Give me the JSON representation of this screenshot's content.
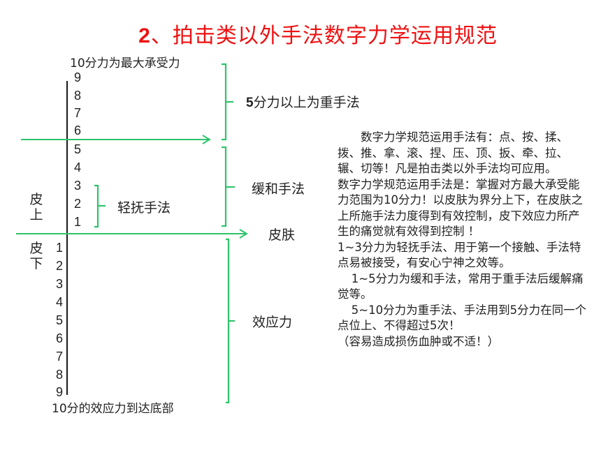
{
  "title": {
    "number": "2",
    "text": "、拍击类以外手法数字力学运用规范",
    "color": "#ee1111"
  },
  "scale": {
    "top_label": "10分力为最大承受力",
    "upper_ticks": [
      "9",
      "8",
      "7",
      "6",
      "5",
      "4",
      "3",
      "2",
      "1"
    ],
    "lower_ticks": [
      "1",
      "2",
      "3",
      "4",
      "5",
      "6",
      "7",
      "8",
      "9"
    ],
    "bottom_label": "10分的效应力到达底部",
    "above_skin_label": "皮上",
    "below_skin_label": "皮下",
    "skin_label": "皮肤"
  },
  "brackets": {
    "heavy": {
      "num": "5",
      "text": "分力以上为重手法"
    },
    "mild": "缓和手法",
    "light": "轻抚手法",
    "effect": "效应力"
  },
  "colors": {
    "line": "#2ec36b",
    "axis": "#222222",
    "title": "#ee1111"
  },
  "description": {
    "p1": "数字力学规范运用手法有：点、按、揉、拨、推、拿、滚、捏、压、顶、扳、牵、拉、辗、切等！凡是拍击类以外手法均可应用。",
    "p2": "数字力学规范运用手法是：掌握对方最大承受能力范围为10分力！以皮肤为界分上下，在皮肤之上所施手法力度得到有效控制，皮下效应力所产生的痛觉就有效得到控制 ！",
    "p3": "1~3分力为轻抚手法、用于第一个接触、手法特点易被接受，有安心宁神之效等。",
    "p4": "1~5分力为缓和手法，常用于重手法后缓解痛觉等。",
    "p5": "5~10分力为重手法、手法用到5分力在同一个点位上、不得超过5次！",
    "p6": "（容易造成损伤血肿或不适！）"
  }
}
